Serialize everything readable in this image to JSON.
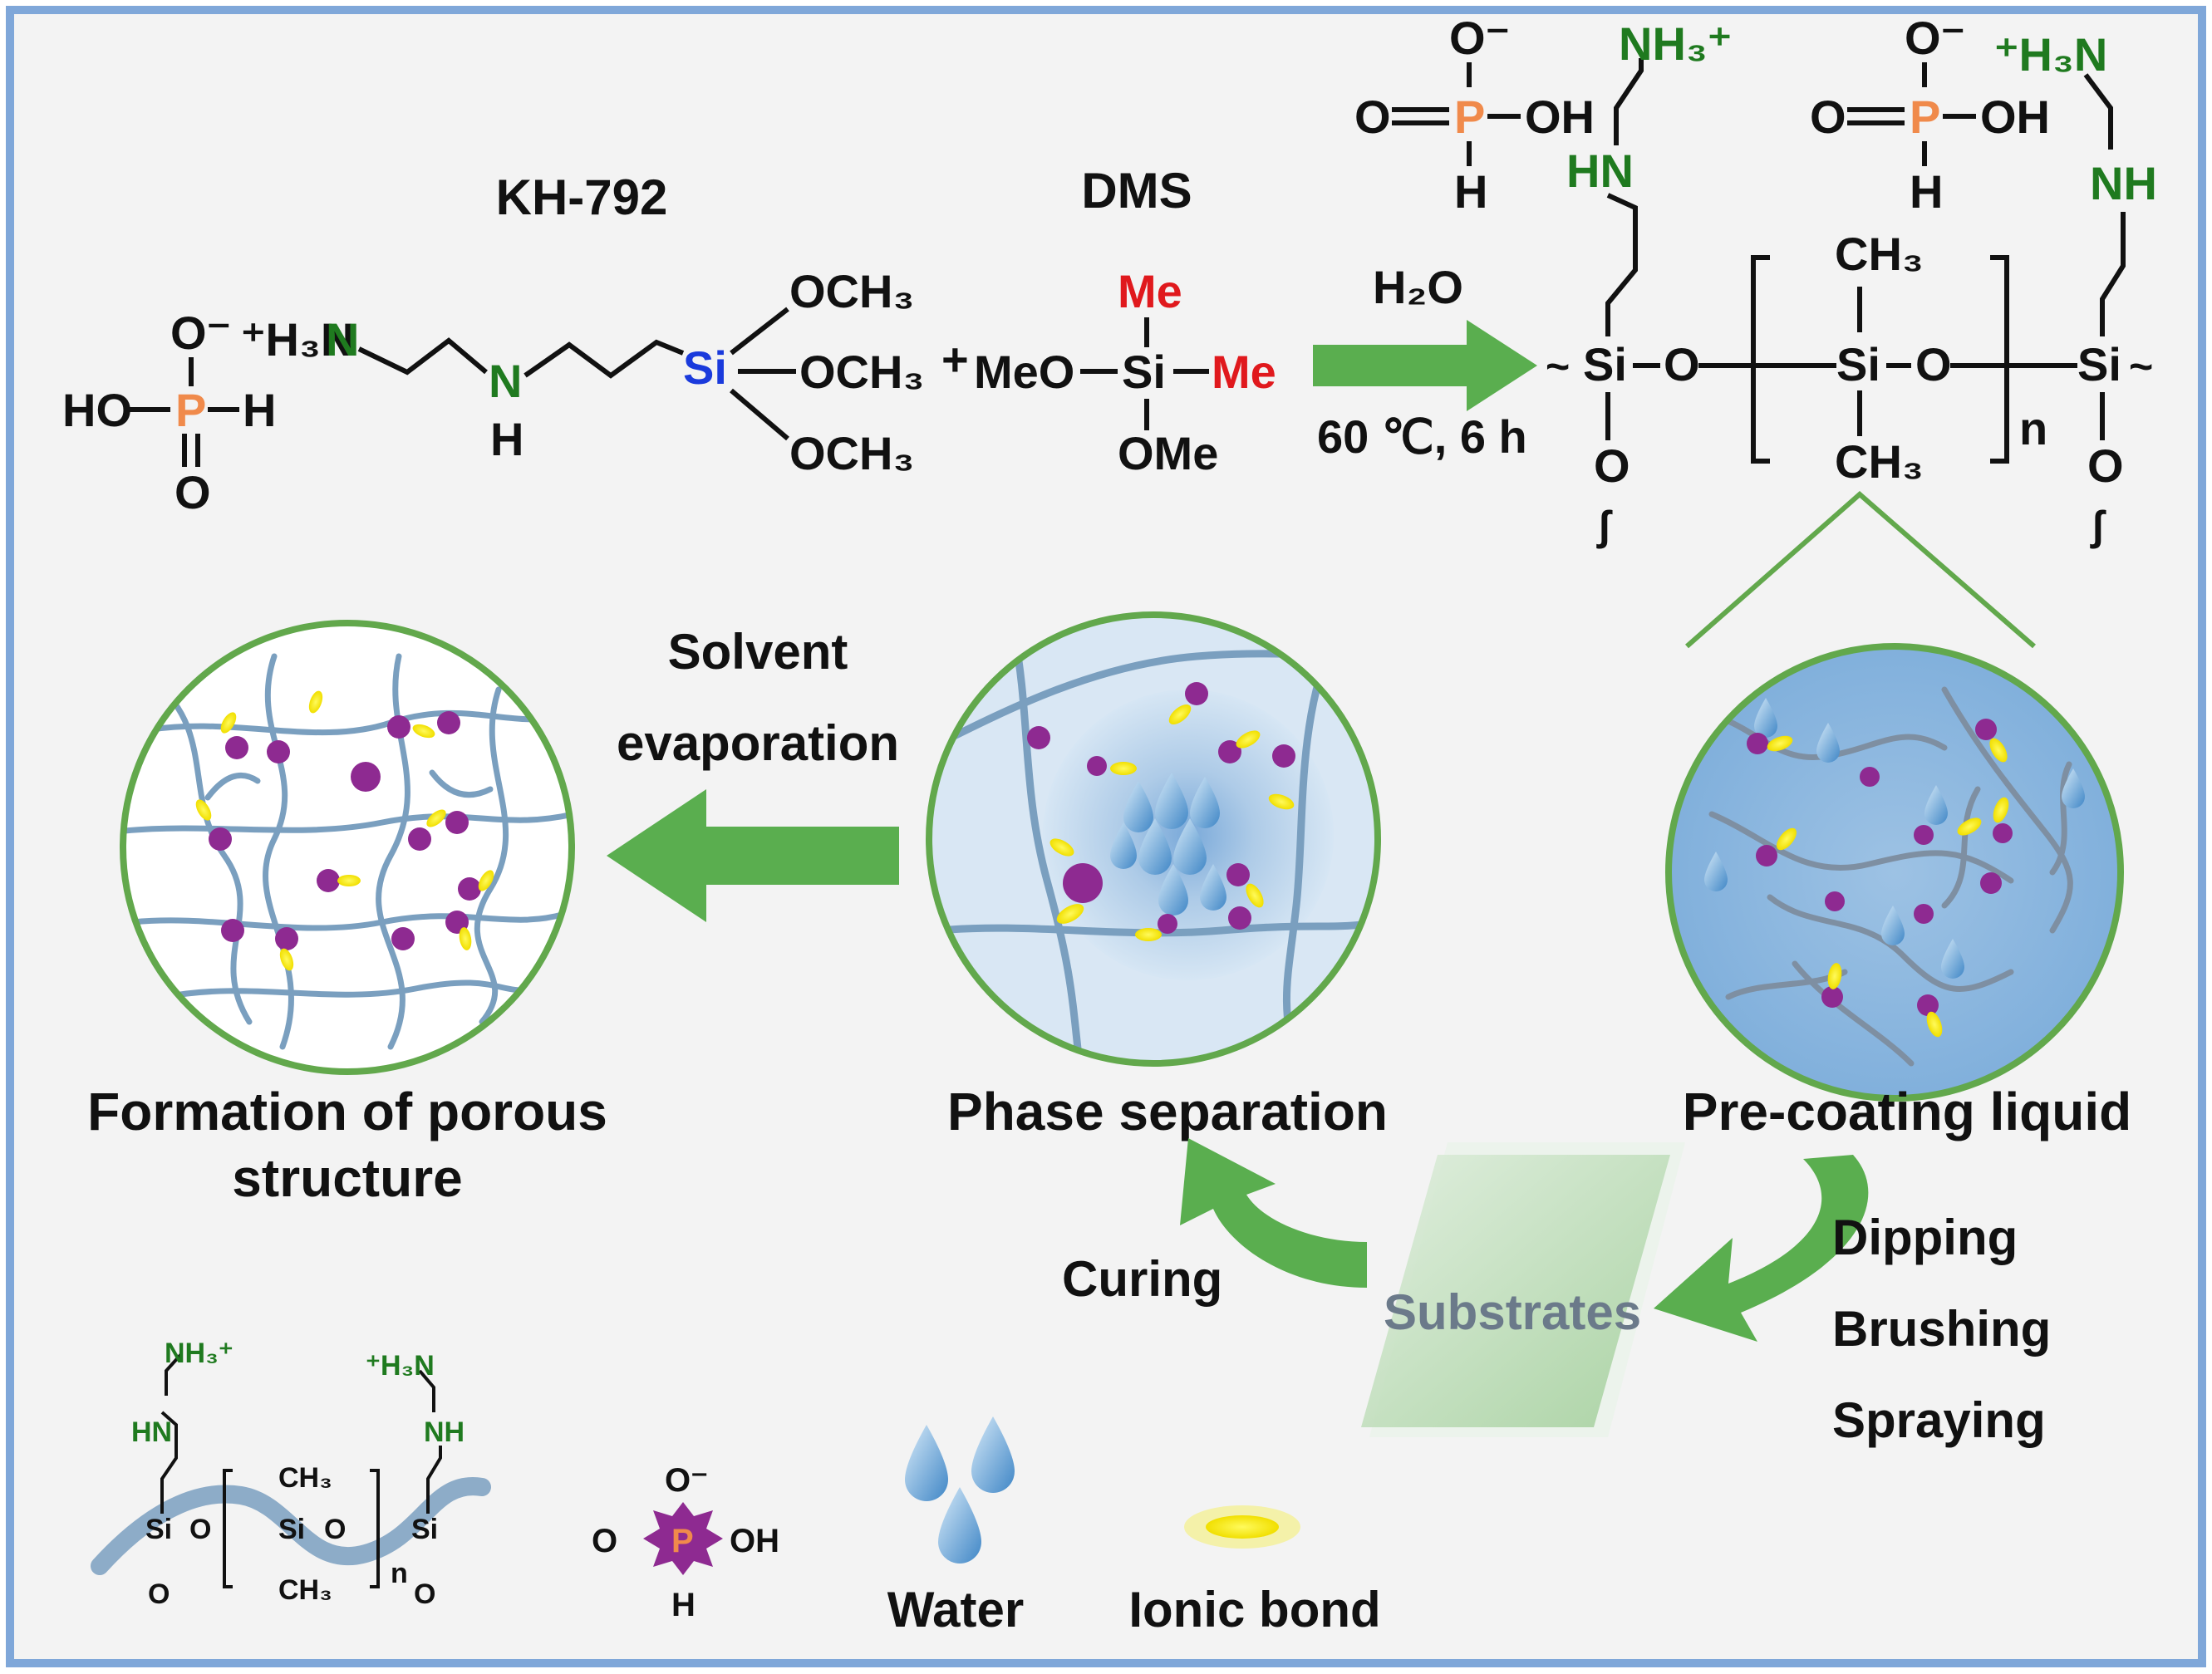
{
  "colors": {
    "frame_border": "#7fa7d9",
    "panel_background": "#f3f3f3",
    "green_arrow": "#5aae4f",
    "circle_border": "#62a84c",
    "polymer_chain": "#7a9fbf",
    "phosphate_purple": "#8e2a91",
    "ionic_bond_yellow": "#f6ee1f",
    "phosphorus_orange": "#f08a4b",
    "nitrogen_green": "#1f7a1f",
    "silicon_blue": "#1a3adc",
    "methyl_red": "#e0191d",
    "water_drop": "#6ea6d6"
  },
  "reaction": {
    "kh792_label": "KH-792",
    "dms_label": "DMS",
    "water": "H₂O",
    "conditions": "60 ℃, 6 h",
    "plus": "+",
    "atoms": {
      "o_minus": "O⁻",
      "h3n_plus": "⁺H₃N",
      "ho": "HO",
      "p": "P",
      "h": "H",
      "o": "O",
      "n": "N",
      "si": "Si",
      "och3": "OCH₃",
      "meo": "MeO",
      "me": "Me",
      "ome": "OMe",
      "oh": "OH",
      "nh3_plus": "NH₃⁺",
      "hn": "HN",
      "nh": "NH",
      "ch3": "CH₃",
      "n_sub": "n"
    }
  },
  "process": {
    "solvent_line1": "Solvent",
    "solvent_line2": "evaporation",
    "porous_line1": "Formation of porous",
    "porous_line2": "structure",
    "phase_separation": "Phase separation",
    "pre_coating": "Pre-coating liquid",
    "curing": "Curing",
    "substrates": "Substrates",
    "methods": [
      "Dipping",
      "Brushing",
      "Spraying"
    ]
  },
  "legend": {
    "water": "Water",
    "ionic_bond": "Ionic bond"
  }
}
